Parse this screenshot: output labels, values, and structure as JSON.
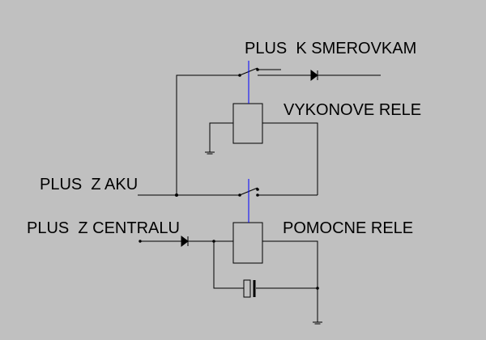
{
  "labels": {
    "plus_k_smerovkam": "PLUS  K SMEROVKAM",
    "vykonove_rele": "VYKONOVE RELE",
    "plus_z_aku": "PLUS  Z AKU",
    "plus_z_centralu": "PLUS  Z CENTRALU",
    "pomocne_rele": "POMOCNE RELE"
  },
  "colors": {
    "background": "#c0c0c0",
    "wire": "#000000",
    "relay_link": "#0000ff"
  },
  "components": {
    "relays": [
      "vykonove-rele-coil",
      "pomocne-rele-coil"
    ],
    "diodes": [
      "output-diode",
      "input-diode"
    ],
    "capacitor": "timing-capacitor",
    "grounds": [
      "ground-upper",
      "ground-lower"
    ]
  }
}
